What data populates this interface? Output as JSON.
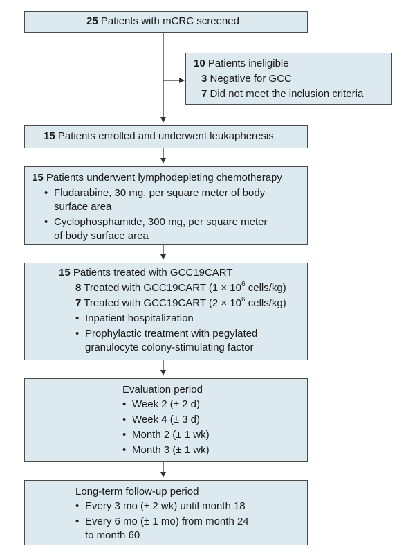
{
  "box1": {
    "count": "25",
    "text": "Patients with mCRC screened"
  },
  "box_ineligible": {
    "count": "10",
    "text": "Patients ineligible",
    "items": [
      {
        "count": "3",
        "text": "Negative for GCC"
      },
      {
        "count": "7",
        "text": "Did not meet the inclusion criteria"
      }
    ]
  },
  "box2": {
    "count": "15",
    "text": "Patients enrolled and underwent leukapheresis"
  },
  "box3": {
    "count": "15",
    "text": "Patients underwent lymphodepleting chemotherapy",
    "bullets": [
      {
        "line1": "Fludarabine, 30 mg, per square meter of body",
        "line2": "surface area"
      },
      {
        "line1": "Cyclophosphamide, 300 mg, per square meter",
        "line2": "of body surface area"
      }
    ]
  },
  "box4": {
    "count": "15",
    "text": "Patients treated with GCC19CART",
    "dose1": {
      "count": "8",
      "pre": "Treated with GCC19CART (1 × 10",
      "exp": "6",
      "post": " cells/kg)"
    },
    "dose2": {
      "count": "7",
      "pre": "Treated with GCC19CART (2 × 10",
      "exp": "6",
      "post": " cells/kg)"
    },
    "bullet1": "Inpatient hospitalization",
    "bullet2_line1": "Prophylactic treatment with pegylated",
    "bullet2_line2": "granulocyte colony-stimulating factor"
  },
  "box5": {
    "title": "Evaluation period",
    "items": [
      "Week 2 (± 2 d)",
      "Week 4 (± 3 d)",
      "Month 2 (± 1 wk)",
      "Month 3 (± 1 wk)"
    ]
  },
  "box6": {
    "title": "Long-term follow-up period",
    "item1": "Every 3 mo (± 2 wk) until month 18",
    "item2_line1": "Every 6 mo (± 1 mo) from month 24",
    "item2_line2": "to month 60"
  },
  "colors": {
    "box_fill": "#dce9ee",
    "box_border": "#4a4a4a",
    "arrow": "#333333"
  }
}
